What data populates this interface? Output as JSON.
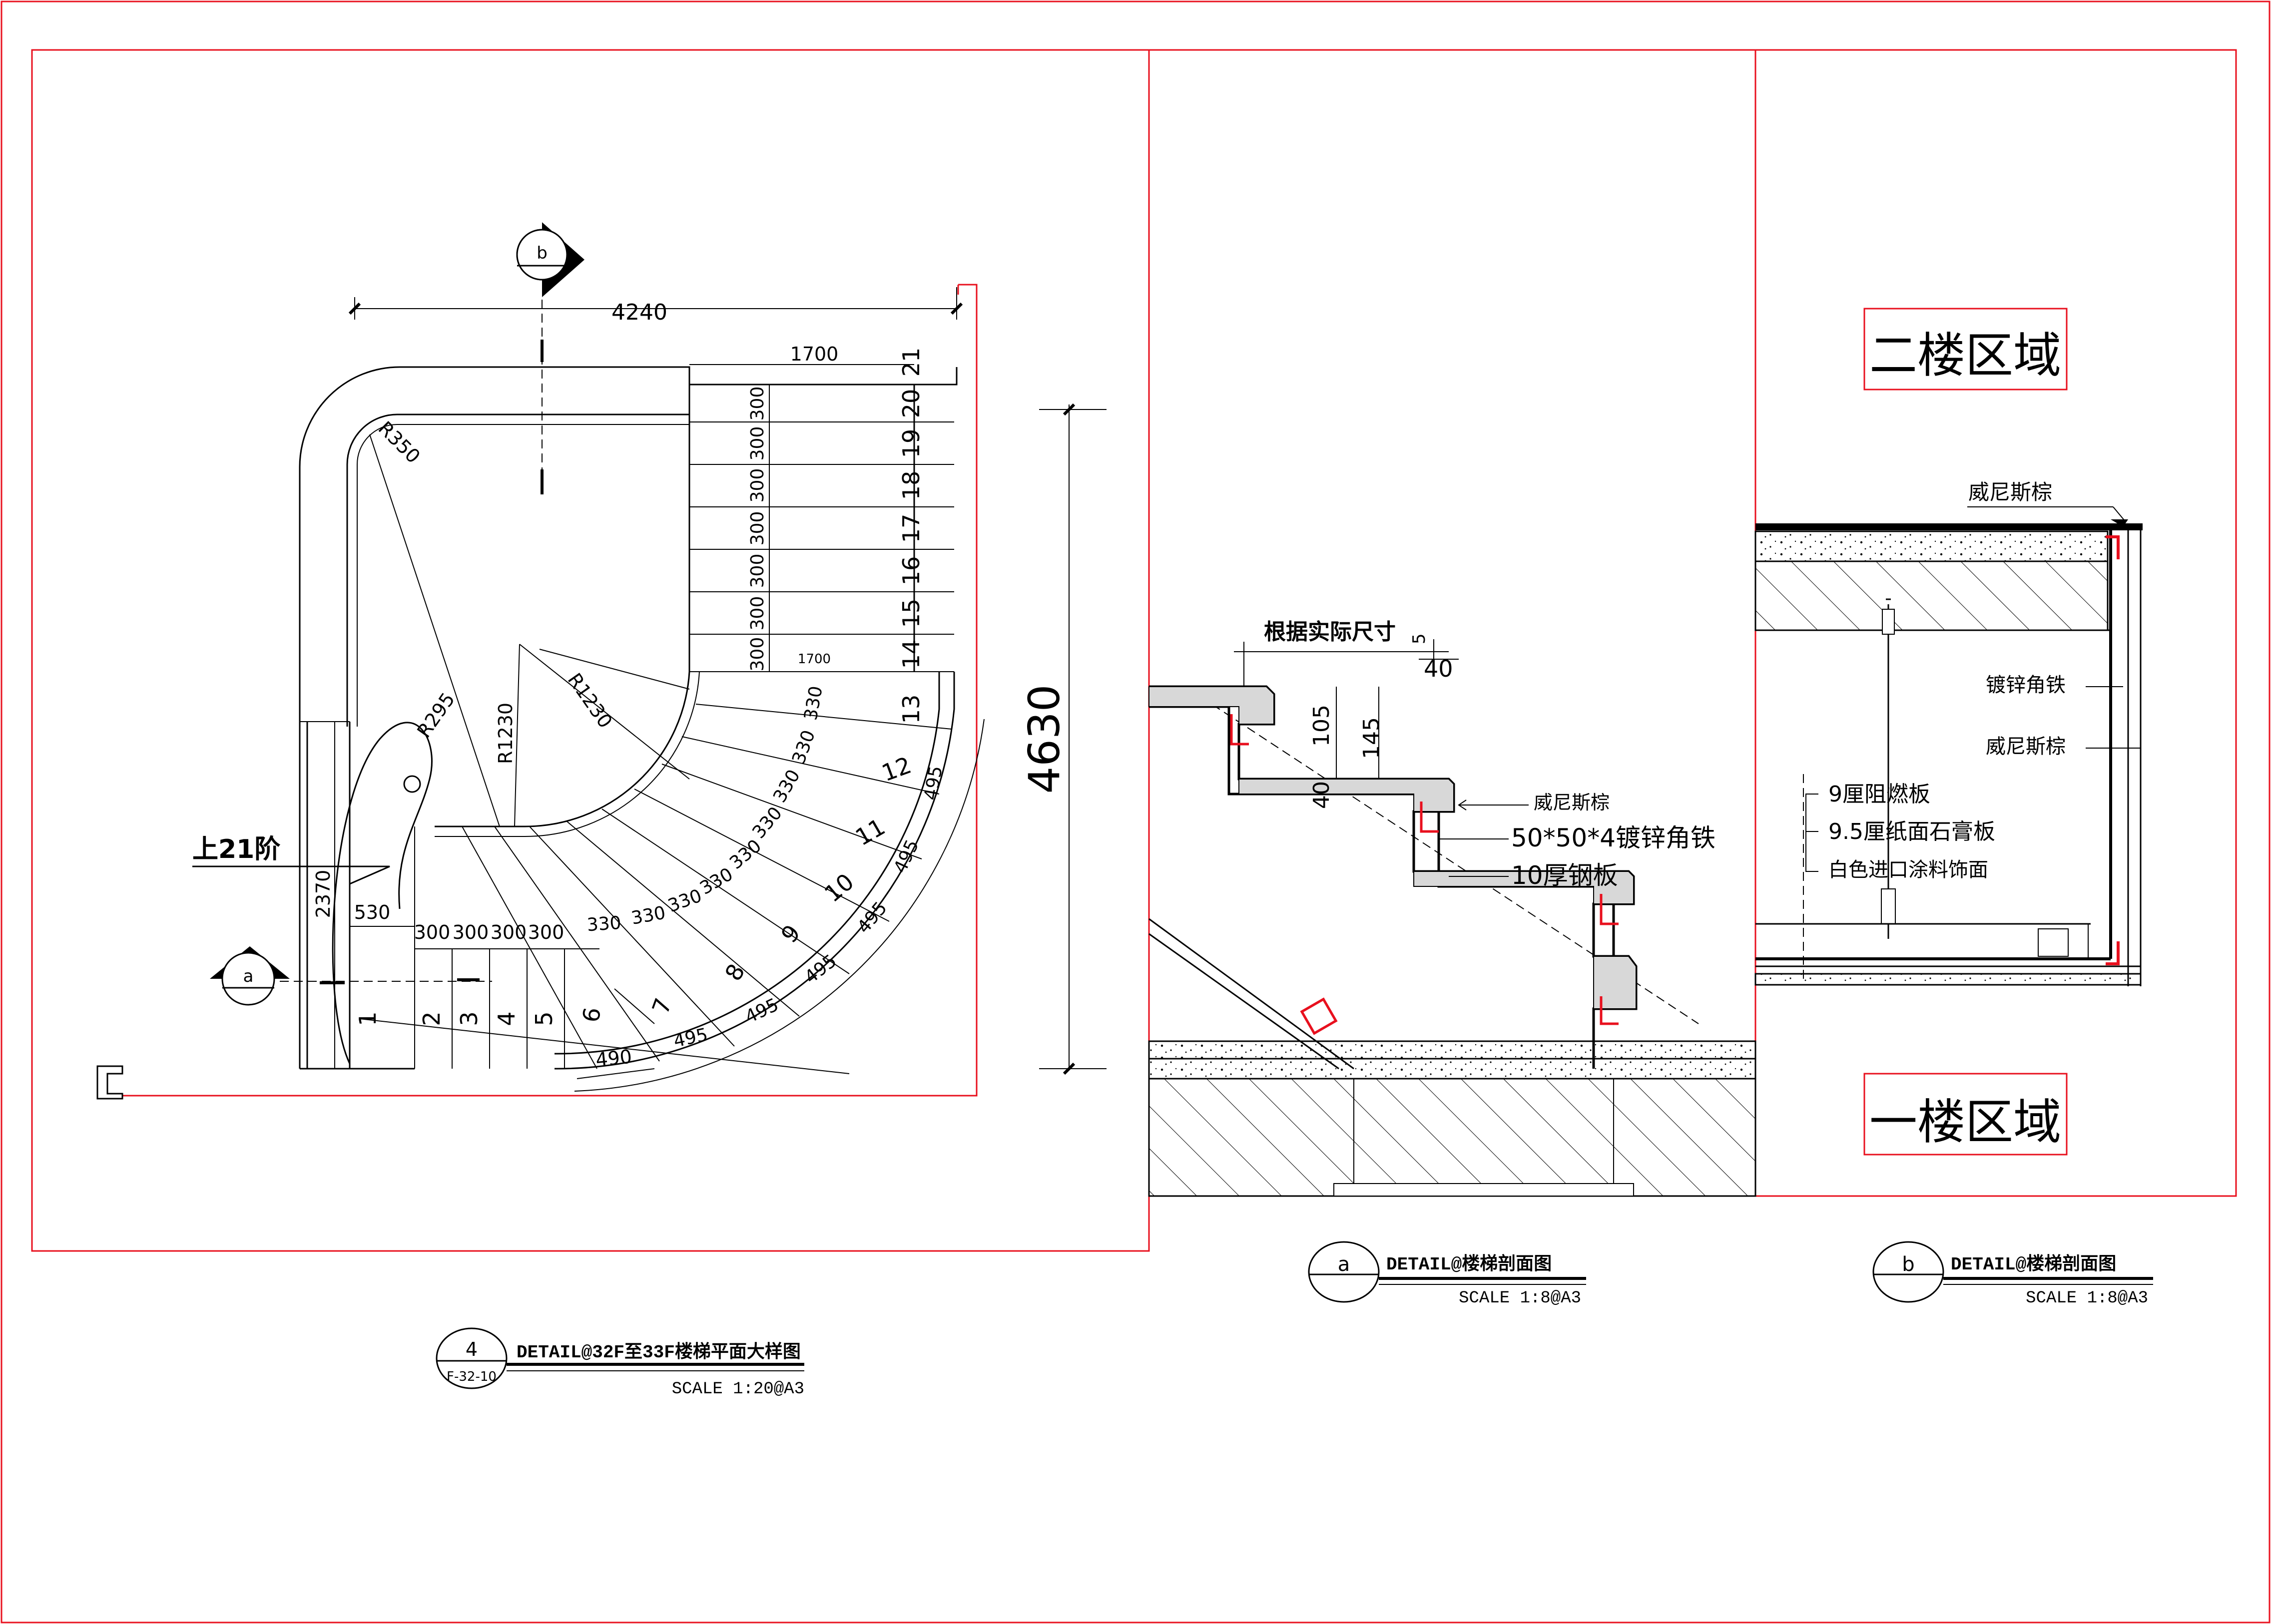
{
  "colors": {
    "frame": "#e8101e",
    "line": "#000000",
    "paper": "#ffffff"
  },
  "plan": {
    "section_marker_b": "b",
    "section_marker_a": "a",
    "dim_overall_width": "4240",
    "dim_top_flight": "1700",
    "dim_inner_flight": "1700",
    "dim_overall_height": "4630",
    "dim_left_height": "2370",
    "dim_landing": "530",
    "radius_outer": "R350",
    "radius_handrail": "R295",
    "radius_inner_a": "R1230",
    "radius_inner_b": "R1230",
    "up_label": "上21阶",
    "straight_treads_right": [
      "300",
      "300",
      "300",
      "300",
      "300",
      "300",
      "300"
    ],
    "straight_treads_bottom": [
      "300",
      "300",
      "300",
      "300"
    ],
    "curved_treads_inner": [
      "330",
      "330",
      "330",
      "330",
      "330",
      "330",
      "330",
      "330",
      "330"
    ],
    "curved_treads_outer": [
      "495",
      "495",
      "495",
      "495",
      "495",
      "495"
    ],
    "dim_bottom_490": "490",
    "step_numbers": [
      "1",
      "2",
      "3",
      "4",
      "5",
      "6",
      "7",
      "8",
      "9",
      "10",
      "11",
      "12",
      "13",
      "14",
      "15",
      "16",
      "17",
      "18",
      "19",
      "20",
      "21"
    ]
  },
  "section_a": {
    "note_actual": "根据实际尺寸",
    "dim_5": "5",
    "dim_40": "40",
    "dim_105": "105",
    "dim_145": "145",
    "dim_40b": "40",
    "callout_veneer": "威尼斯棕",
    "callout_angle": "50*50*4镀锌角铁",
    "callout_steel": "10厚钢板"
  },
  "section_b": {
    "upper_zone": "二楼区域",
    "lower_zone": "一楼区域",
    "callout_veneer_top": "威尼斯棕",
    "callout_angle": "镀锌角铁",
    "callout_veneer_side": "威尼斯棕",
    "callout_board": "9厘阻燃板",
    "callout_gypsum": "9.5厘纸面石膏板",
    "callout_paint": "白色进口涂料饰面"
  },
  "titles": {
    "plan_num": "4",
    "plan_ref": "F-32-10",
    "plan_title": "DETAIL@32F至33F楼梯平面大样图",
    "plan_scale": "SCALE 1:20@A3",
    "a_num": "a",
    "a_title": "DETAIL@楼梯剖面图",
    "a_scale": "SCALE 1:8@A3",
    "b_num": "b",
    "b_title": "DETAIL@楼梯剖面图",
    "b_scale": "SCALE 1:8@A3"
  }
}
